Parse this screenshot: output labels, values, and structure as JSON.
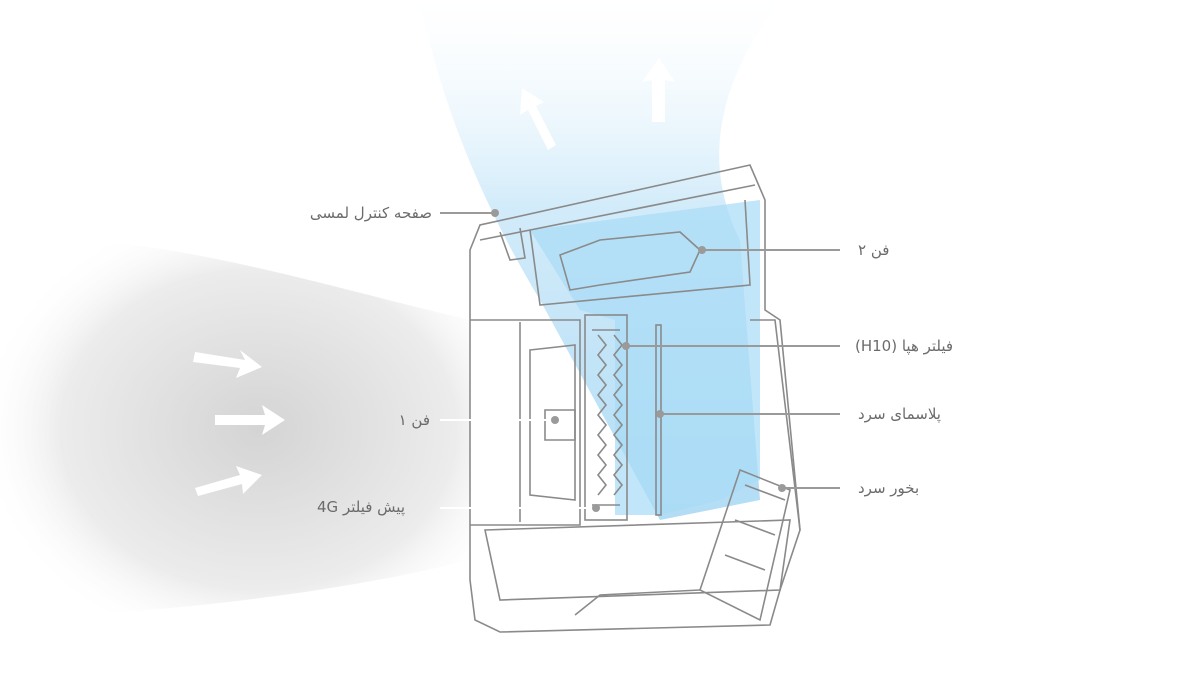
{
  "colors": {
    "air_in": "#d9d9d9",
    "air_out": "#bfe3f7",
    "outline": "#8a8a8a",
    "leader": "#9a9a9a",
    "text": "#6b6b6b"
  },
  "labels": {
    "touch_panel": "صفحه کنترل لمسی",
    "fan2": "فن ۲",
    "hepa_filter": "فیلتر هپا (H10)",
    "cold_plasma": "پلاسمای سرد",
    "cold_humidifier": "بخور سرد",
    "fan1": "فن ۱",
    "prefilter": "پیش فیلتر 4G"
  }
}
